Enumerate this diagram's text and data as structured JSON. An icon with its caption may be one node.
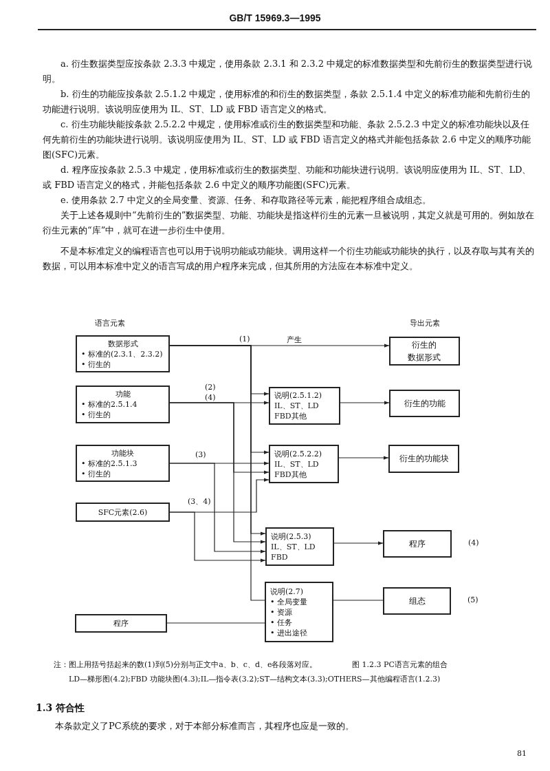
{
  "diagram": {
    "caption": "图 1.2.3 PC语言元素的组合",
    "nodes": [
      {
        "text": [
          "数据形式",
          "• 标准的(2.3.1、2.3.2)",
          "• 衍生的"
        ]
      },
      {
        "text": [
          "功能",
          "• 标准的2.5.1.4",
          "• 衍生的"
        ]
      },
      {
        "text": [
          "功能块",
          "• 标准的2.5.1.3",
          "• 衍生的"
        ]
      },
      {
        "text": [
          "SFC元素(2.6)"
        ]
      },
      {
        "text": [
          "程序"
        ]
      },
      {
        "text": [
          "说明(2.5.1.2)",
          "IL、ST、LD",
          "FBD其他"
        ]
      },
      {
        "text": [
          "说明(2.5.2.2)",
          "IL、ST、LD",
          "FBD其他"
        ]
      },
      {
        "text": [
          "说明(2.5.3)",
          "IL、ST、LD",
          "FBD"
        ]
      },
      {
        "text": [
          "说明(2.7)",
          "• 全局变量",
          "• 资源",
          "• 任务",
          "• 进出途径"
        ]
      },
      {
        "text": [
          "衍生的数据形式"
        ]
      },
      {
        "text": [
          "衍生的功能"
        ]
      },
      {
        "text": [
          "衍生的功能块"
        ]
      },
      {
        "text": [
          "程序"
        ],
        "beside": [
          "(4)"
        ]
      },
      {
        "text": [
          "组态"
        ],
        "beside": [
          "(5)"
        ]
      }
    ],
    "edges": [
      {
        "from": 0,
        "to": 9,
        "arrow": "to",
        "label": "(1)"
      },
      {
        "from": 0,
        "to": 5,
        "arrow": "to"
      },
      {
        "from": 0,
        "to": 6,
        "arrow": "to"
      },
      {
        "from": 0,
        "to": 7,
        "arrow": "to"
      },
      {
        "from": 0,
        "to": 8,
        "arrow": "none"
      },
      {
        "from": 1,
        "to": 5,
        "arrow": "to",
        "label": "(2)"
      },
      {
        "from": 1,
        "to": 6,
        "arrow": "to"
      },
      {
        "from": 1,
        "to": 7,
        "arrow": "to",
        "label": "(4)"
      },
      {
        "from": 2,
        "to": 6,
        "arrow": "to",
        "label": "(3)"
      },
      {
        "from": 2,
        "to": 7,
        "arrow": "to"
      },
      {
        "from": 3,
        "to": 6,
        "arrow": "to",
        "label": "(3、4)"
      },
      {
        "from": 3,
        "to": 7,
        "arrow": "to"
      },
      {
        "from": 4,
        "to": 8,
        "arrow": "none"
      },
      {
        "from": 5,
        "to": 10,
        "arrow": "to"
      },
      {
        "from": 6,
        "to": 11,
        "arrow": "to"
      },
      {
        "from": 7,
        "to": 12,
        "arrow": "to"
      },
      {
        "from": 8,
        "to": 13,
        "arrow": "none"
      }
    ],
    "labels": [
      "GB/T 15969.3—1995",
      "a. 衍生数据类型应按条款 2.3.3 中规定，使用条款 2.3.1 和 2.3.2 中规定的标准数据类型和先前衍生的数据类型进行说明。",
      "b. 衍生的功能应按条款 2.5.1.2 中规定，使用标准的和衍生的数据类型，条款 2.5.1.4 中定义的标准功能和先前衍生的功能进行说明。该说明应使用为 IL、ST、LD 或 FBD 语言定义的格式。",
      "c. 衍生功能块能按条款 2.5.2.2 中规定，使用标准或衍生的数据类型和功能、条款 2.5.2.3 中定义的标准功能块以及任何先前衍生的功能块进行说明。该说明应使用为 IL、ST、LD 或 FBD 语言定义的格式并能包括条款 2.6 中定义的顺序功能图(SFC)元素。",
      "d. 程序应按条款 2.5.3 中规定，使用标准或衍生的数据类型、功能和功能块进行说明。该说明应使用为 IL、ST、LD、或 FBD 语言定义的格式，并能包括条款 2.6 中定义的顺序功能图(SFC)元素。",
      "e. 使用条款 2.7 中定义的全局变量、资源、任务、和存取路径等元素，能把程序组合成组态。",
      "关于上述各规则中“先前衍生的”数据类型、功能、功能块是指这样衍生的元素一旦被说明，其定义就是可用的。例如放在衍生元素的“库”中，就可在进一步衍生中使用。",
      "不是本标准定义的编程语言也可以用于说明功能或功能块。调用这样一个衍生功能或功能块的执行，以及存取与其有关的数据，可以用本标准中定义的语言写成的用户程序来完成，但其所用的方法应在本标准中定义。",
      "语言元素",
      "导出元素",
      "产生",
      "注：图上用括号括起来的数(1)到(5)分别与正文中a、b、c、d、e各段落对应。",
      "LD—梯形图(4.2);FBD 功能块图(4.3);IL—指令表(3.2);ST—结构文本(3.3);OTHERS—其他编程语言(1.2.3)",
      "1.3 符合性",
      "本条款定义了PC系统的要求，对于本部分标准而言，其程序也应是一致的。",
      "81"
    ]
  }
}
